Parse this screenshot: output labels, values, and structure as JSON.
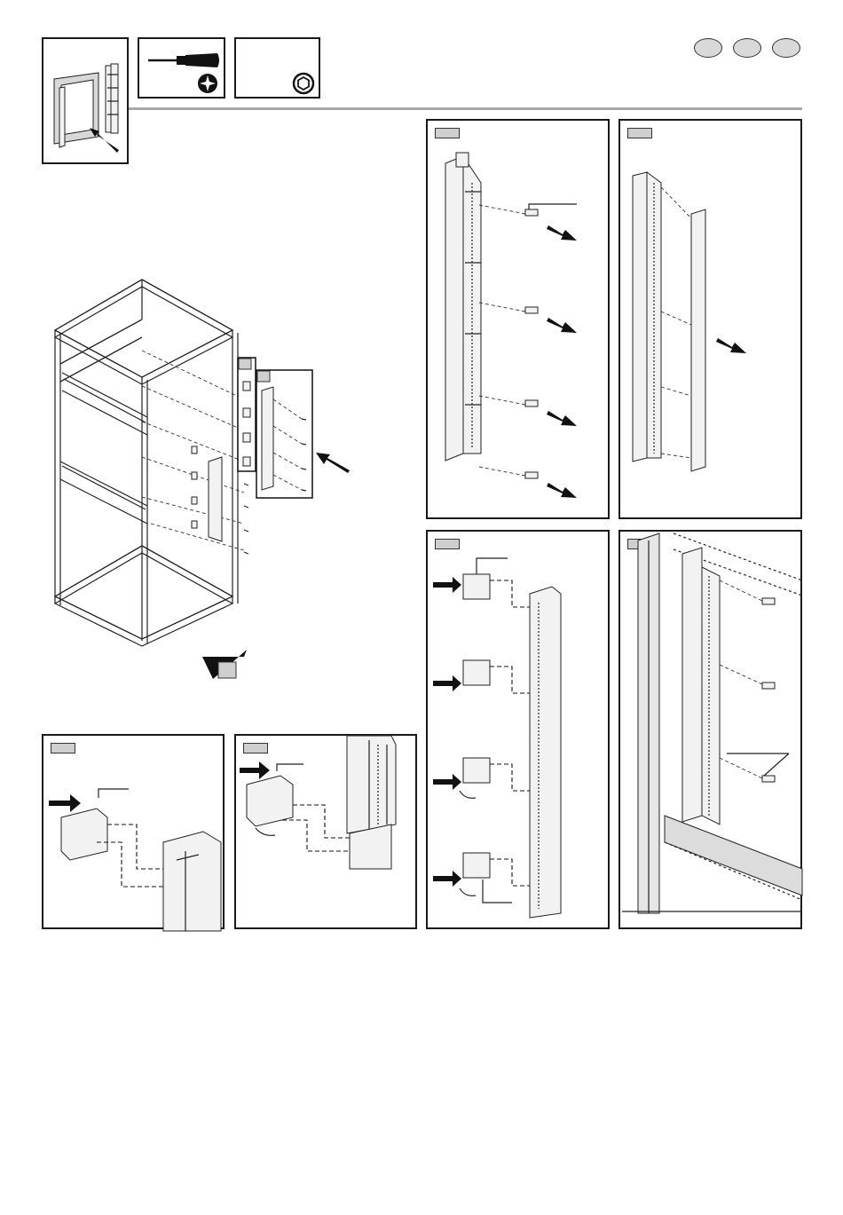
{
  "header": {
    "colors": {
      "rule": "#a8a8a8",
      "tag": "#cfcfcf",
      "badge": "#d9d9d9"
    },
    "icons": [
      "frame-product-icon",
      "phillips-screwdriver-icon",
      "hex-key-icon"
    ],
    "badges": 3
  },
  "panels": [
    {
      "id": "rack-overview",
      "icon": "rack-assembly-illustration"
    },
    {
      "id": "step-screws",
      "icon": "busbar-screws-illustration"
    },
    {
      "id": "step-bracket",
      "icon": "busbar-bracket-illustration"
    },
    {
      "id": "step-clips",
      "icon": "clip-mounting-illustration"
    },
    {
      "id": "step-mount",
      "icon": "busbar-on-frame-illustration"
    },
    {
      "id": "step-clip-a",
      "icon": "clip-detail-illustration"
    },
    {
      "id": "step-clip-b",
      "icon": "clip-rotate-illustration"
    }
  ]
}
